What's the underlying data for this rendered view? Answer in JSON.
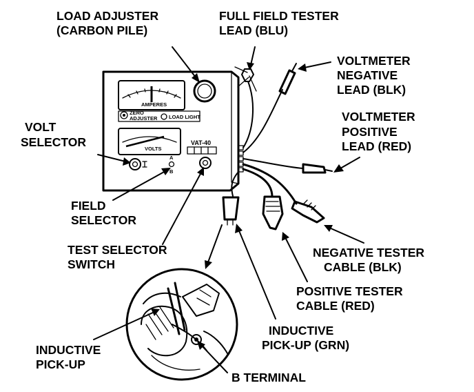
{
  "callouts": {
    "load_adjuster": [
      "LOAD ADJUSTER",
      "(CARBON PILE)"
    ],
    "full_field_tester_lead": [
      "FULL FIELD TESTER",
      "LEAD (BLU)"
    ],
    "voltmeter_negative_lead": [
      "VOLTMETER",
      "NEGATIVE",
      "LEAD (BLK)"
    ],
    "voltmeter_positive_lead": [
      "VOLTMETER",
      "POSITIVE",
      "LEAD (RED)"
    ],
    "volt_selector": [
      "VOLT",
      "SELECTOR"
    ],
    "field_selector": [
      "FIELD",
      "SELECTOR"
    ],
    "test_selector_switch": [
      "TEST SELECTOR",
      "SWITCH"
    ],
    "negative_tester_cable": [
      "NEGATIVE TESTER",
      "CABLE (BLK)"
    ],
    "positive_tester_cable": [
      "POSITIVE TESTER",
      "CABLE (RED)"
    ],
    "inductive_pickup_grn": [
      "INDUCTIVE",
      "PICK-UP (GRN)"
    ],
    "inductive_pickup": [
      "INDUCTIVE",
      "PICK-UP"
    ],
    "b_terminal": [
      "B TERMINAL"
    ]
  },
  "panel": {
    "amperes_label": "AMPERES",
    "volts_label": "VOLTS",
    "zero_adjuster_label": [
      "ZERO",
      "ADJUSTER"
    ],
    "load_light_label": "LOAD  LIGHT",
    "model_label": "VAT-40",
    "field_selector_marks": [
      "A",
      "B"
    ]
  }
}
